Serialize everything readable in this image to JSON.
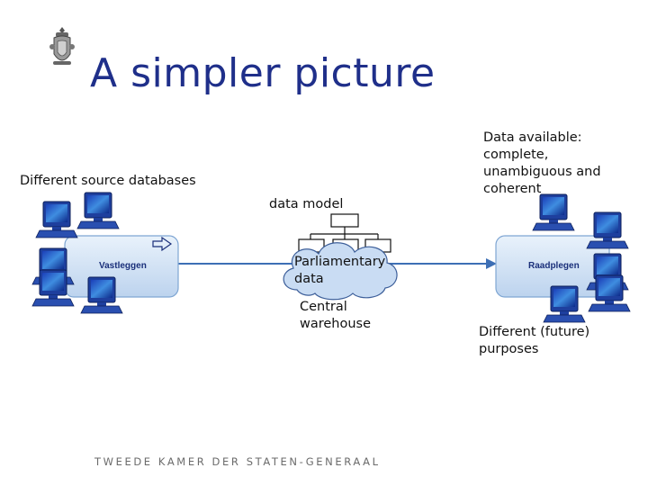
{
  "title": "A simpler picture",
  "labels": {
    "source_databases": "Different source databases",
    "data_model": "data model",
    "data_available": "Data available: complete, unambiguous and coherent",
    "purposes": "Different (future) purposes",
    "parliamentary_data": "Parliamentary data",
    "central_warehouse": "Central warehouse"
  },
  "boxes": {
    "left": "Vastleggen",
    "right": "Raadplegen"
  },
  "footer": "TWEEDE KAMER DER STATEN-GENERAAL",
  "icons": {
    "logo": "coat-of-arms-icon",
    "computer": "computer-monitor-icon",
    "cloud": "cloud-icon",
    "model": "data-model-tree-icon"
  },
  "colors": {
    "title": "#1f2f8a",
    "box_fill": "#d6e6f7",
    "box_stroke": "#7fa6d3",
    "flow_line": "#3d6fb5",
    "cloud_fill": "#c9dcf3",
    "monitor": "#1e3f9e"
  }
}
